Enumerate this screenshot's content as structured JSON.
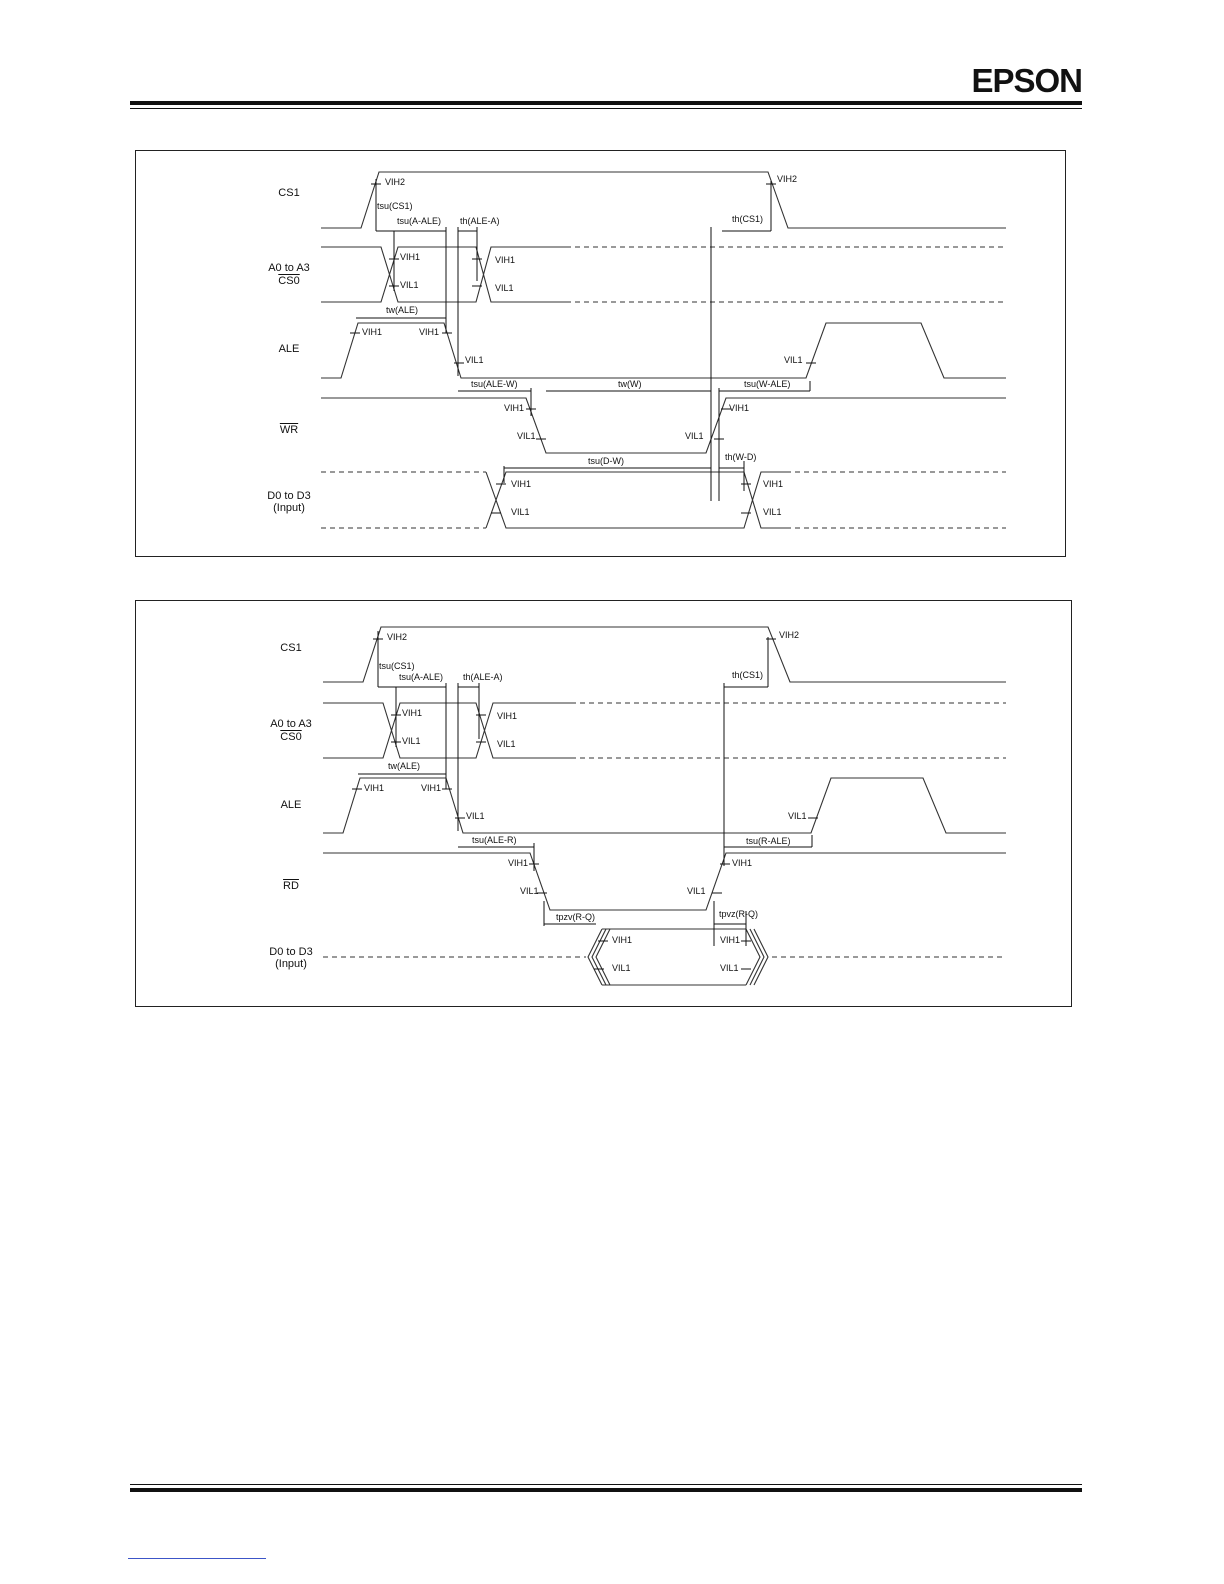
{
  "header": {
    "brand": "EPSON"
  },
  "write_timing": {
    "signals": {
      "cs1": "CS1",
      "a0_a3": "A0 to A3",
      "cs0": "CS0",
      "ale": "ALE",
      "wr": "WR",
      "d0_d3": "D0 to D3",
      "d0_d3_sub": "(Input)"
    },
    "params": {
      "tsu_cs1": "tsu(CS1)",
      "tsu_a_ale": "tsu(A-ALE)",
      "th_ale_a": "th(ALE-A)",
      "th_cs1": "th(CS1)",
      "tw_ale": "tw(ALE)",
      "tsu_ale_w": "tsu(ALE-W)",
      "tw_w": "tw(W)",
      "tsu_w_ale": "tsu(W-ALE)",
      "tsu_d_w": "tsu(D-W)",
      "th_w_d": "th(W-D)"
    },
    "levels": {
      "vih2": "VIH2",
      "vih1": "VIH1",
      "vil1": "VIL1"
    }
  },
  "read_timing": {
    "signals": {
      "cs1": "CS1",
      "a0_a3": "A0 to A3",
      "cs0": "CS0",
      "ale": "ALE",
      "rd": "RD",
      "d0_d3": "D0 to D3",
      "d0_d3_sub": "(Input)"
    },
    "params": {
      "tsu_cs1": "tsu(CS1)",
      "tsu_a_ale": "tsu(A-ALE)",
      "th_ale_a": "th(ALE-A)",
      "th_cs1": "th(CS1)",
      "tw_ale": "tw(ALE)",
      "tsu_ale_r": "tsu(ALE-R)",
      "tsu_r_ale": "tsu(R-ALE)",
      "tpzv_r_q": "tpzv(R-Q)",
      "tpvz_r_q": "tpvz(R-Q)"
    },
    "levels": {
      "vih2": "VIH2",
      "vih1": "VIH1",
      "vil1": "VIL1"
    }
  }
}
